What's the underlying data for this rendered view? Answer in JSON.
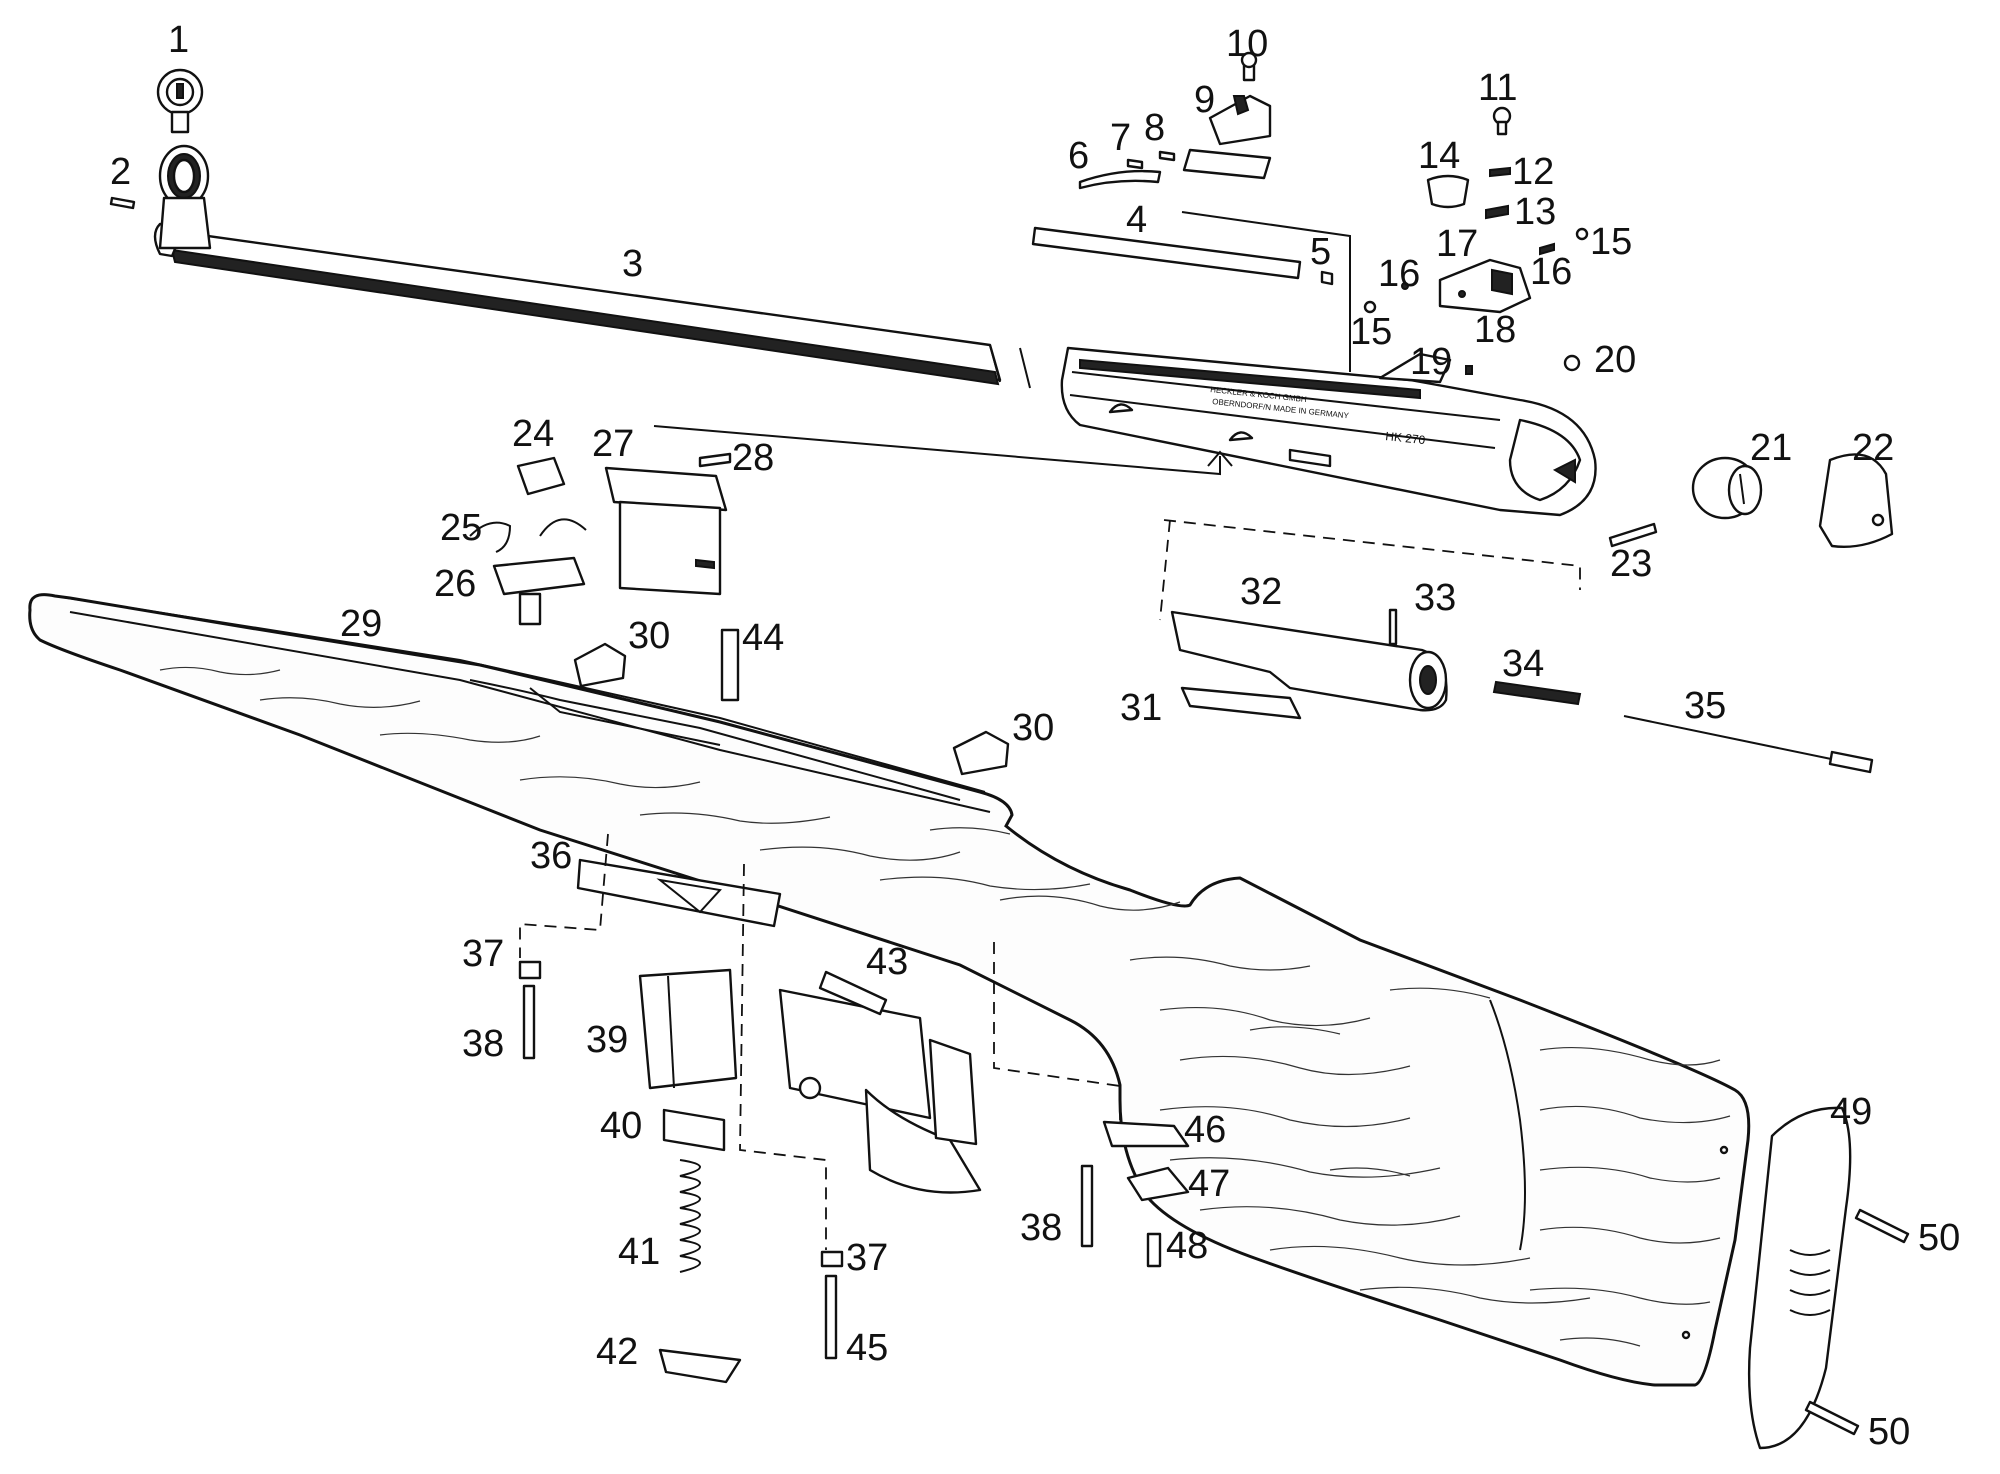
{
  "labels": {
    "l1": "1",
    "l2": "2",
    "l3": "3",
    "l4": "4",
    "l5": "5",
    "l6": "6",
    "l7": "7",
    "l8": "8",
    "l9": "9",
    "l10": "10",
    "l11": "11",
    "l12": "12",
    "l13": "13",
    "l14": "14",
    "l15a": "15",
    "l15b": "15",
    "l16a": "16",
    "l16b": "16",
    "l17": "17",
    "l18": "18",
    "l19": "19",
    "l20": "20",
    "l21": "21",
    "l22": "22",
    "l23": "23",
    "l24": "24",
    "l25": "25",
    "l26": "26",
    "l27": "27",
    "l28": "28",
    "l29": "29",
    "l30a": "30",
    "l30b": "30",
    "l31": "31",
    "l32": "32",
    "l33": "33",
    "l34": "34",
    "l35": "35",
    "l36": "36",
    "l37a": "37",
    "l37b": "37",
    "l38a": "38",
    "l38b": "38",
    "l39": "39",
    "l40": "40",
    "l41": "41",
    "l42": "42",
    "l43": "43",
    "l44": "44",
    "l45": "45",
    "l46": "46",
    "l47": "47",
    "l48": "48",
    "l49": "49",
    "l50a": "50",
    "l50b": "50"
  },
  "engraving": {
    "maker": "HECKLER & KOCH GMBH",
    "place": "OBERNDORF/N   MADE IN GERMANY",
    "model": "HK 270"
  }
}
